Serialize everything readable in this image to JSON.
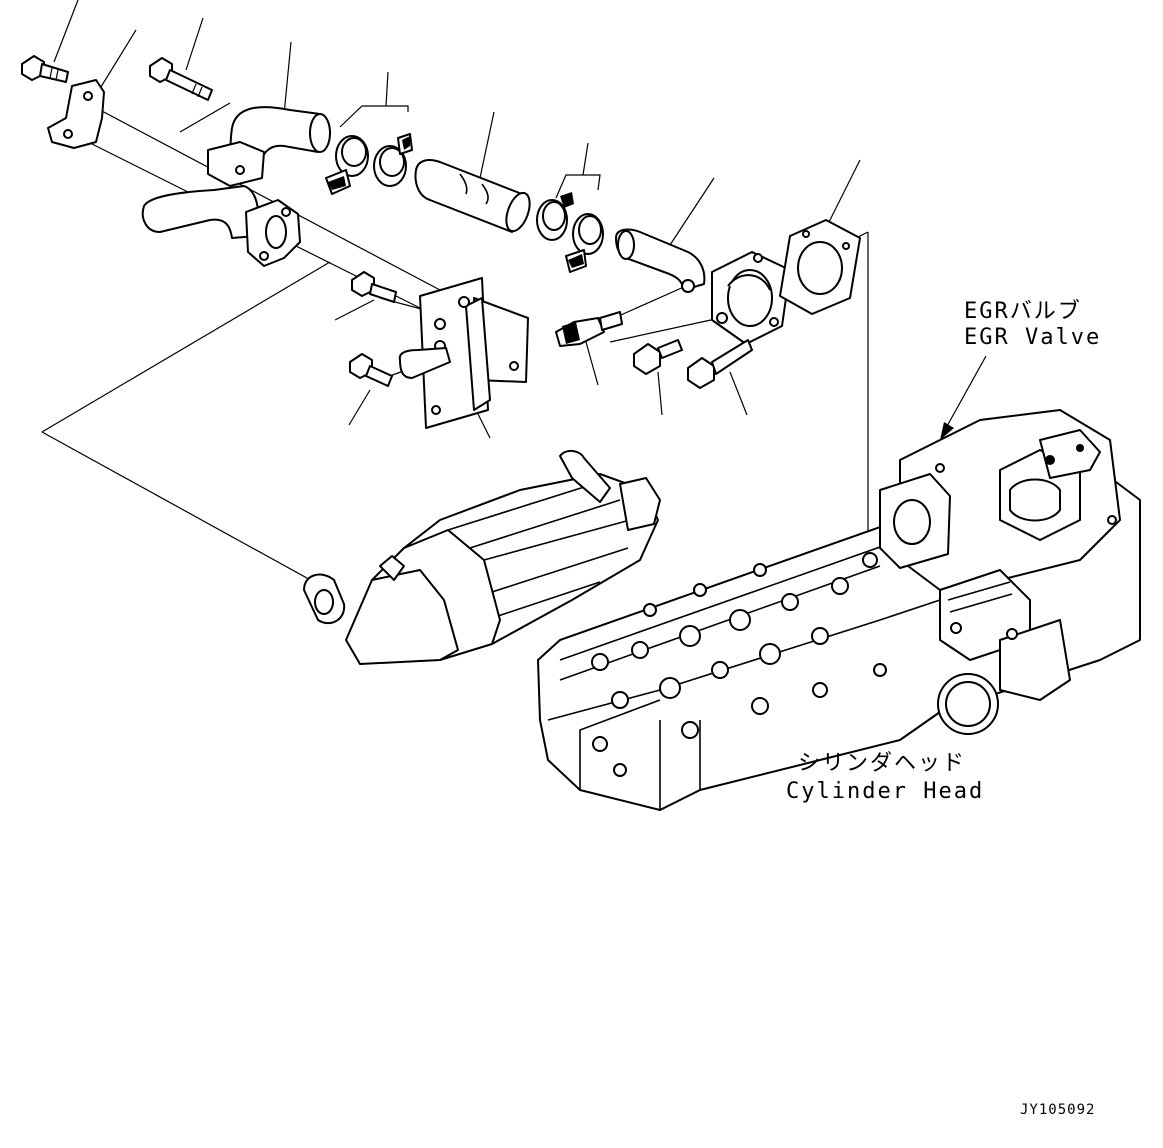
{
  "labels": {
    "egr_valve_jp": "EGRバルブ",
    "egr_valve_en": "EGR Valve",
    "cylinder_head_jp": "シリンダヘッド",
    "cylinder_head_en": "Cylinder Head"
  },
  "drawing_code": "JY105092",
  "icons": {
    "callout": "leader-line-icon",
    "bolt": "flange-bolt-icon",
    "clamp": "hose-clamp-icon"
  }
}
